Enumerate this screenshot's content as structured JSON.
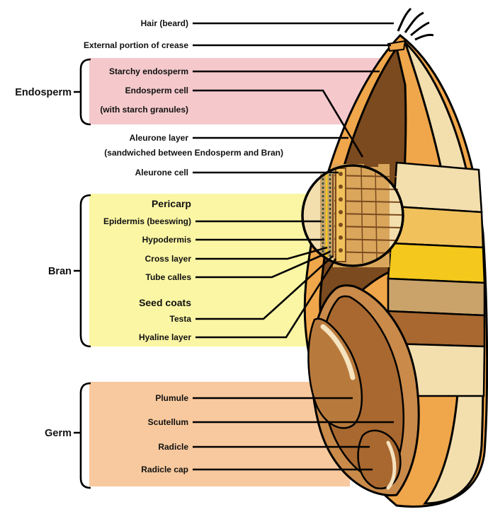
{
  "groups": {
    "endosperm": {
      "label": "Endosperm",
      "color": "#f5c9cc"
    },
    "bran": {
      "label": "Bran",
      "color": "#fbf6a4"
    },
    "germ": {
      "label": "Germ",
      "color": "#f8c99e"
    }
  },
  "labels": {
    "hair": "Hair (beard)",
    "external_crease": "External portion of crease",
    "starchy_endosperm": "Starchy endosperm",
    "endosperm_cell": "Endosperm cell",
    "endosperm_cell_note": "(with starch granules)",
    "aleurone_layer": "Aleurone layer",
    "aleurone_layer_note": "(sandwiched between Endosperm and Bran)",
    "aleurone_cell": "Aleurone cell",
    "pericarp": "Pericarp",
    "epidermis": "Epidermis (beeswing)",
    "hypodermis": "Hypodermis",
    "cross_layer": "Cross layer",
    "tube_calles": "Tube calles",
    "seed_coats": "Seed coats",
    "testa": "Testa",
    "hyaline_layer": "Hyaline layer",
    "plumule": "Plumule",
    "scutellum": "Scutellum",
    "radicle": "Radicle",
    "radicle_cap": "Radicle cap"
  },
  "colors": {
    "endosperm_brown": "#7b4a1e",
    "husk_orange": "#f0a64a",
    "bran_cream": "#f3dfae",
    "bran_tan": "#c9a36a",
    "bran_yellow": "#f4c81c",
    "germ_brown": "#a8682f",
    "aleurone_gold": "#f1c25c"
  }
}
